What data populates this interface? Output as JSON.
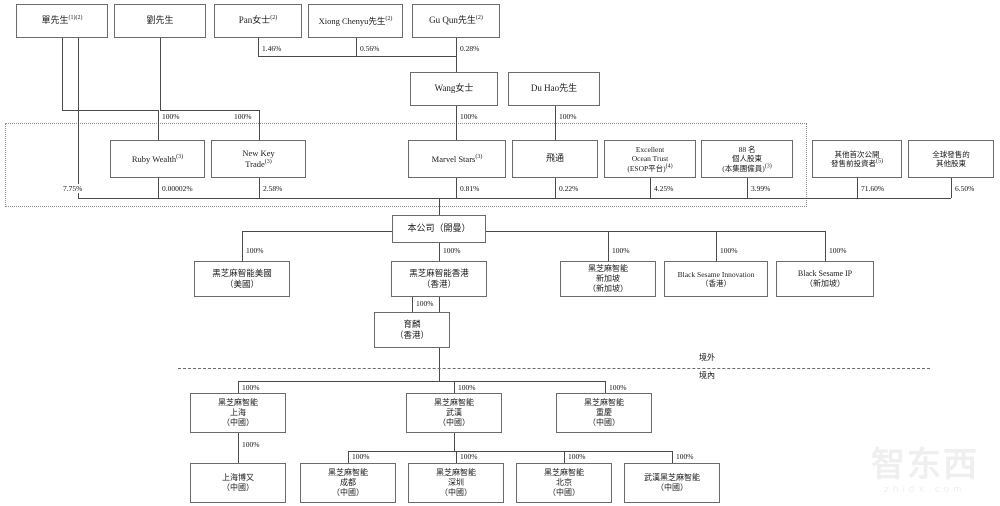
{
  "diagram": {
    "title": "Shareholding and corporate structure chart",
    "region_labels": {
      "offshore": "境外",
      "onshore": "境內"
    },
    "watermark": {
      "main": "智东西",
      "sub": "zhidx.com"
    }
  },
  "tier_individuals": [
    {
      "id": "shan",
      "label": "單先生",
      "sup": "(1)(2)"
    },
    {
      "id": "liu",
      "label": "劉先生",
      "sup": ""
    },
    {
      "id": "pan",
      "label": "Pan女士",
      "sup": "(2)"
    },
    {
      "id": "xiong",
      "label": "Xiong Chenyu先生",
      "sup": "(2)"
    },
    {
      "id": "guqun",
      "label": "Gu Qun先生",
      "sup": "(2)"
    }
  ],
  "tier_individuals2": [
    {
      "id": "wang",
      "label": "Wang女士",
      "sup": ""
    },
    {
      "id": "duhao",
      "label": "Du Hao先生",
      "sup": ""
    }
  ],
  "tier_holdcos": [
    {
      "id": "ruby",
      "line1": "Ruby Wealth",
      "line2": "",
      "line3": "",
      "sup": "(3)"
    },
    {
      "id": "newkey",
      "line1": "New Key",
      "line2": "Trade",
      "line3": "",
      "sup": "(3)"
    },
    {
      "id": "marvel",
      "line1": "Marvel Stars",
      "line2": "",
      "line3": "",
      "sup": "(3)"
    },
    {
      "id": "feitong",
      "line1": "飛通",
      "line2": "",
      "line3": "",
      "sup": ""
    },
    {
      "id": "esop",
      "line1": "Excellent",
      "line2": "Ocean Trust",
      "line3": "(ESOP平台)",
      "sup": "(4)"
    },
    {
      "id": "ind88",
      "line1": "88 名",
      "line2": "個人股東",
      "line3": "(本集團僱員)",
      "sup": "(3)"
    },
    {
      "id": "preipo",
      "line1": "其他首次公開",
      "line2": "發售前投資者",
      "line3": "",
      "sup": "(5)"
    },
    {
      "id": "global",
      "line1": "全球發售的",
      "line2": "其他股東",
      "line3": "",
      "sup": ""
    }
  ],
  "company": {
    "label": "本公司（開曼）"
  },
  "tier_offshore_subs": [
    {
      "id": "bsa-us",
      "line1": "黑芝麻智能美國",
      "line2": "（美國）",
      "line3": ""
    },
    {
      "id": "bsa-hk",
      "line1": "黑芝麻智能香港",
      "line2": "（香港）",
      "line3": ""
    },
    {
      "id": "bsa-sg",
      "line1": "黑芝麻智能",
      "line2": "新加坡",
      "line3": "（新加坡）"
    },
    {
      "id": "bs-innov",
      "line1": "Black Sesame Innovation",
      "line2": "（香港）",
      "line3": ""
    },
    {
      "id": "bs-ip",
      "line1": "Black Sesame IP",
      "line2": "（新加坡）",
      "line3": ""
    }
  ],
  "yulin": {
    "line1": "育麟",
    "line2": "（香港）"
  },
  "tier_prc1": [
    {
      "id": "shanghai",
      "line1": "黑芝麻智能",
      "line2": "上海",
      "line3": "（中國）"
    },
    {
      "id": "wuhan",
      "line1": "黑芝麻智能",
      "line2": "武漢",
      "line3": "（中國）"
    },
    {
      "id": "chongqing",
      "line1": "黑芝麻智能",
      "line2": "重慶",
      "line3": "（中國）"
    }
  ],
  "tier_prc2": [
    {
      "id": "shboyou",
      "line1": "上海博又",
      "line2": "（中國）",
      "line3": ""
    },
    {
      "id": "chengdu",
      "line1": "黑芝麻智能",
      "line2": "成都",
      "line3": "（中國）"
    },
    {
      "id": "shenzhen",
      "line1": "黑芝麻智能",
      "line2": "深圳",
      "line3": "（中國）"
    },
    {
      "id": "beijing",
      "line1": "黑芝麻智能",
      "line2": "北京",
      "line3": "（中國）"
    },
    {
      "id": "whbsa",
      "line1": "武漢黑芝麻智能",
      "line2": "（中國）",
      "line3": ""
    }
  ],
  "percentages": {
    "pan_to_marvel": "1.46%",
    "xiong_to_marvel": "0.56%",
    "guqun_to_marvel": "0.28%",
    "shan_to_ruby": "100%",
    "liu_to_newkey": "100%",
    "wang_to_marvel": "100%",
    "duhao_to_feitong": "100%",
    "shan_direct": "7.75%",
    "ruby_to_co": "0.00002%",
    "newkey_to_co": "2.58%",
    "marvel_to_co": "0.81%",
    "feitong_to_co": "0.22%",
    "esop_to_co": "4.25%",
    "ind88_to_co": "3.99%",
    "preipo_to_co": "71.60%",
    "global_to_co": "6.50%",
    "co_to_us": "100%",
    "co_to_hk": "100%",
    "co_to_sg": "100%",
    "co_to_innov": "100%",
    "co_to_ip": "100%",
    "hk_to_yulin": "100%",
    "co_to_shanghai": "100%",
    "co_to_wuhan": "100%",
    "co_to_chongqing": "100%",
    "shanghai_to_boyou": "100%",
    "wuhan_to_chengdu": "100%",
    "wuhan_to_shenzhen": "100%",
    "wuhan_to_beijing": "100%",
    "wuhan_to_whbsa": "100%"
  }
}
